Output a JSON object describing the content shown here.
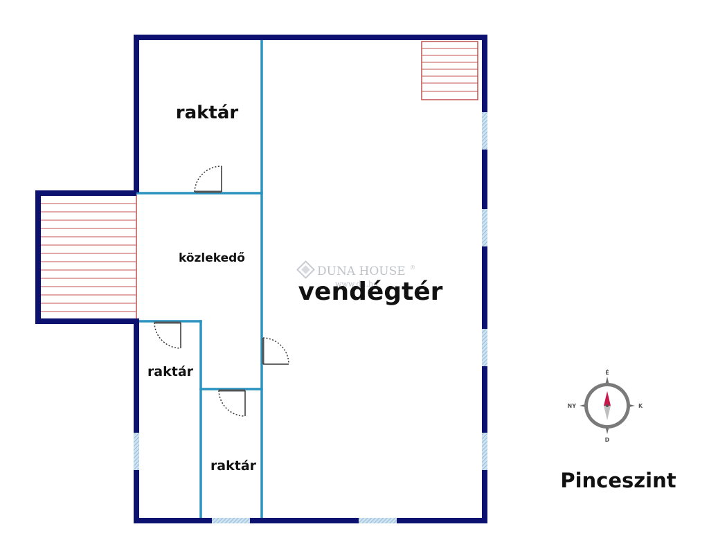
{
  "rooms": {
    "storage_top": "raktár",
    "hallway": "közlekedő",
    "guest_area": "vendégtér",
    "storage_left": "raktár",
    "storage_bottom": "raktár"
  },
  "compass": {
    "north": "É",
    "east": "K",
    "south": "D",
    "west": "NY"
  },
  "floor_name": "Pinceszint",
  "watermark": {
    "brand": "DUNA HOUSE",
    "reg": "®",
    "url": "www.dh.hu"
  },
  "colors": {
    "outer_wall": "#0d1170",
    "inner_wall": "#2a93bf",
    "stairs": "#c0504d",
    "window": "#9dc3de",
    "compass_needle": "#c8184a"
  },
  "icons": {
    "compass": "compass-rose-icon",
    "logo": "duna-house-logo-icon"
  }
}
